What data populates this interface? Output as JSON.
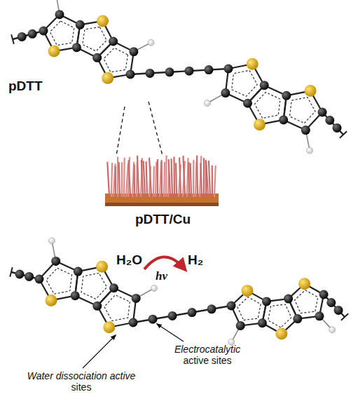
{
  "diagram": {
    "labels": [
      "pDTT",
      "pDTT/Cu",
      "H₂O",
      "hν",
      "H₂",
      "Electrocatalytic active sites",
      "Water dissociation active sites"
    ]
  }
}
